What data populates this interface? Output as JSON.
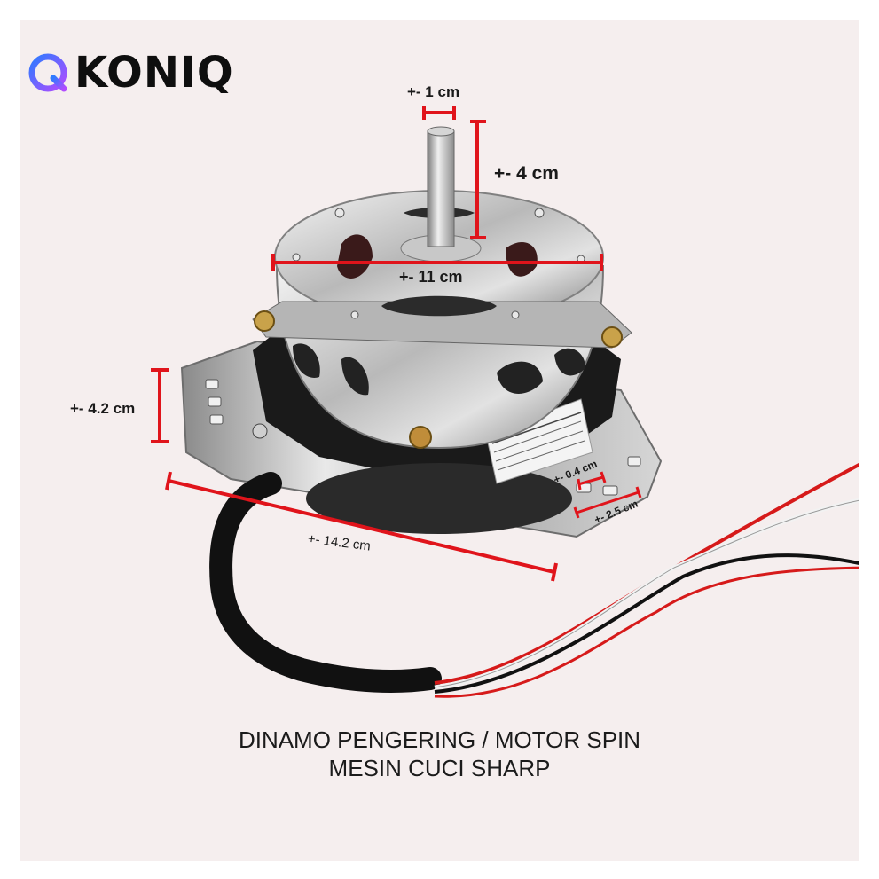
{
  "brand": {
    "name": "KONIQ",
    "logo_icon": "koniq-q-icon",
    "accent_gradient": [
      "#2f7bff",
      "#b14cff"
    ]
  },
  "dimensions": {
    "shaft_diameter": "+- 1 cm",
    "shaft_length": "+- 4 cm",
    "housing_diameter": "+- 11 cm",
    "height": "+- 4.2 cm",
    "bracket_length": "+- 14.2 cm",
    "slot_width": "+- 0.4 cm",
    "slot_length": "+- 2.5 cm"
  },
  "caption": {
    "line1": "DINAMO PENGERING / MOTOR SPIN",
    "line2": "MESIN CUCI SHARP"
  },
  "colors": {
    "measure_red": "#e0141b",
    "background": "#f5eeee"
  }
}
